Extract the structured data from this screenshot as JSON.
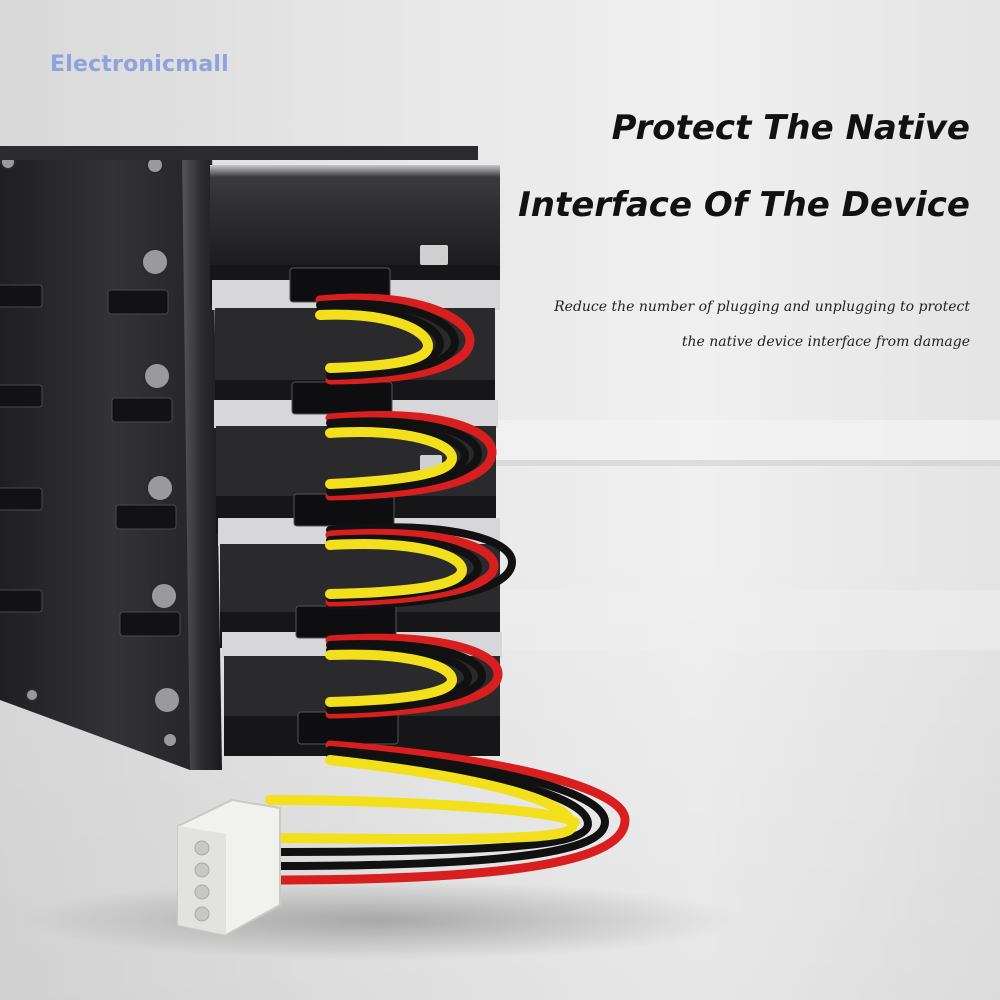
{
  "brand": {
    "name": "Electronicmall",
    "color": "#8ea2dc"
  },
  "headline": {
    "line1": "Protect The Native",
    "line2": "Interface Of The Device"
  },
  "subtext": {
    "line1": "Reduce the number of plugging and unplugging to protect",
    "line2": "the native device interface from damage"
  },
  "scene": {
    "drive_bays": 5,
    "cage_color": "#2a2a2d",
    "wire_colors": [
      "#f2e01c",
      "#111111",
      "#111111",
      "#d81e1e"
    ],
    "connector_color": "#f1f1ee"
  }
}
